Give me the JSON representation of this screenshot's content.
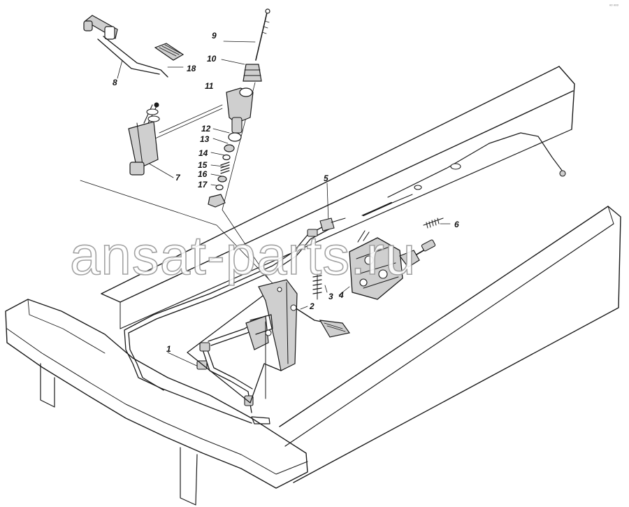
{
  "diagram": {
    "parts": [
      "1",
      "2",
      "3",
      "4",
      "5",
      "6",
      "7",
      "8",
      "9",
      "10",
      "11",
      "12",
      "13",
      "14",
      "15",
      "16",
      "17",
      "18"
    ]
  },
  "watermark": {
    "text": "ansat-parts.ru"
  },
  "corner_mark": {
    "text": "ⁿᵒ ⁿᵒᵒ"
  },
  "colors": {
    "ink": "#1a1a1a",
    "paper": "#ffffff",
    "watermark_outline": "#9a9a9a"
  }
}
